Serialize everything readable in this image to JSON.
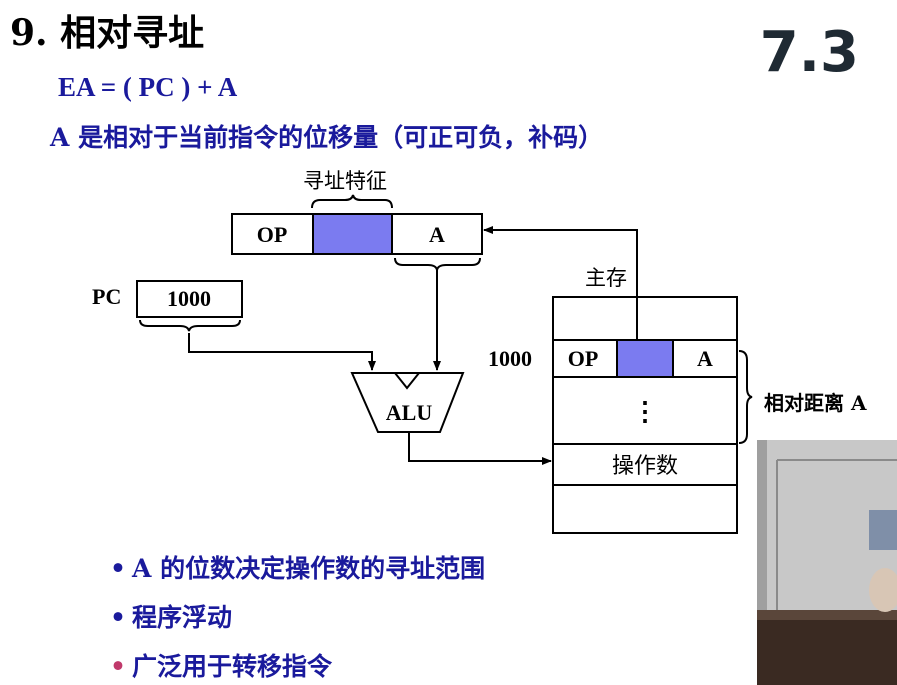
{
  "slide": {
    "title": "9. 相对寻址",
    "number": "7.3",
    "formula": "EA = ( PC ) + A",
    "description": "A 是相对于当前指令的位移量（可正可负，补码）"
  },
  "diagram": {
    "instruction": {
      "caption": "寻址特征",
      "op_label": "OP",
      "a_label": "A"
    },
    "pc": {
      "label": "PC",
      "value": "1000"
    },
    "alu_label": "ALU",
    "memory": {
      "label": "主存",
      "address_label": "1000",
      "op_label": "OP",
      "a_label": "A",
      "ellipsis": "⋮",
      "operand_label": "操作数",
      "distance_label": "相对距离 A"
    }
  },
  "bullets": [
    {
      "marker": "•",
      "text": "A 的位数决定操作数的寻址范围"
    },
    {
      "marker": "•",
      "text": "程序浮动"
    },
    {
      "marker": "•",
      "text": "广泛用于转移指令"
    }
  ],
  "colors": {
    "heading_blue": "#1a1a9c",
    "highlight_field": "#7b7bf0",
    "bullet_pink": "#c0396b"
  }
}
